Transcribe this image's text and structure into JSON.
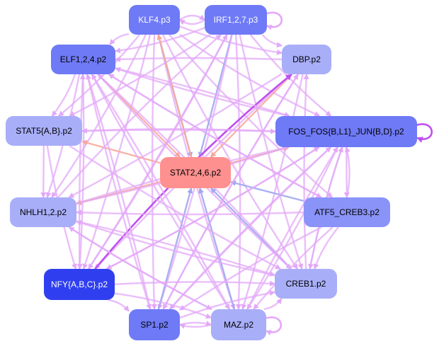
{
  "colors": {
    "node_light": "#a8aef8",
    "node_mid": "#8a93f8",
    "node_strong": "#6f7af6",
    "node_dark": "#2f3ff0",
    "node_center": "#ff9090",
    "edge_violet": "#e3a8f8",
    "edge_violet_strong": "#c050f0",
    "edge_blue": "#a0a8f0",
    "edge_salmon": "#f8a898"
  },
  "nodes": [
    {
      "id": "klf4",
      "label": "KLF4.p3",
      "tone": "node_strong",
      "text": "#ffffff"
    },
    {
      "id": "irf",
      "label": "IRF1,2,7.p3",
      "tone": "node_strong",
      "text": "#ffffff"
    },
    {
      "id": "elf",
      "label": "ELF1,2,4.p2",
      "tone": "node_strong",
      "text": "#000000"
    },
    {
      "id": "dbp",
      "label": "DBP.p2",
      "tone": "node_light",
      "text": "#000000"
    },
    {
      "id": "stat5",
      "label": "STAT5{A,B}.p2",
      "tone": "node_light",
      "text": "#000000"
    },
    {
      "id": "fos",
      "label": "FOS_FOS{B,L1}_JUN{B,D}.p2",
      "tone": "node_strong",
      "text": "#000000"
    },
    {
      "id": "stat246",
      "label": "STAT2,4,6.p2",
      "tone": "node_center",
      "text": "#000000"
    },
    {
      "id": "nhlh",
      "label": "NHLH1,2.p2",
      "tone": "node_light",
      "text": "#000000"
    },
    {
      "id": "atf5",
      "label": "ATF5_CREB3.p2",
      "tone": "node_mid",
      "text": "#000000"
    },
    {
      "id": "nfy",
      "label": "NFY{A,B,C}.p2",
      "tone": "node_dark",
      "text": "#ffffff"
    },
    {
      "id": "creb1",
      "label": "CREB1.p2",
      "tone": "node_light",
      "text": "#000000"
    },
    {
      "id": "sp1",
      "label": "SP1.p2",
      "tone": "node_strong",
      "text": "#000000"
    },
    {
      "id": "maz",
      "label": "MAZ.p2",
      "tone": "node_light",
      "text": "#000000"
    }
  ]
}
